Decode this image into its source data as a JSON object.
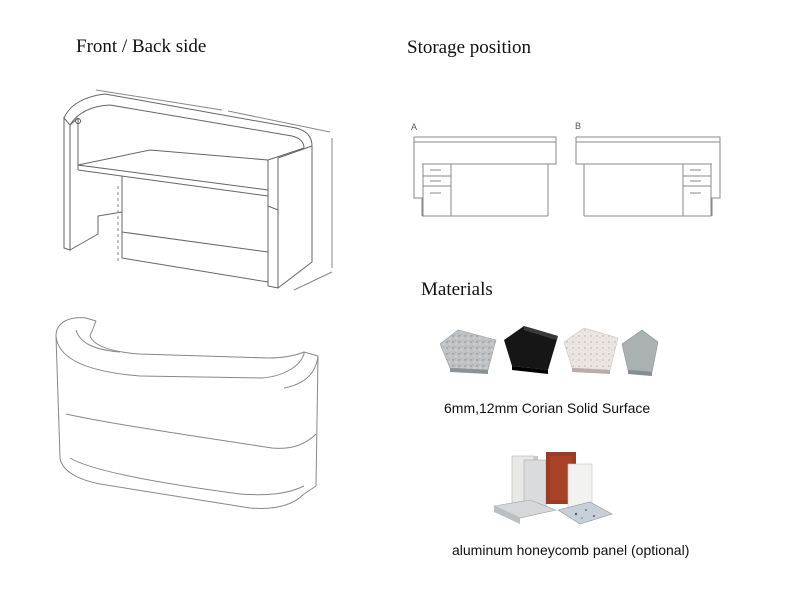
{
  "sections": {
    "front_back": {
      "title": "Front / Back side"
    },
    "storage": {
      "title": "Storage position",
      "plan_a_label": "A",
      "plan_b_label": "B"
    },
    "materials": {
      "title": "Materials",
      "corian_caption": "6mm,12mm Corian Solid Surface",
      "honeycomb_caption": "aluminum honeycomb panel (optional)"
    }
  },
  "swatches": [
    {
      "name": "speckled-grey-sample",
      "color": "#b9bdbf"
    },
    {
      "name": "black-sample",
      "color": "#141414"
    },
    {
      "name": "speckled-white-sample",
      "color": "#e6e1dc"
    },
    {
      "name": "grey-sample",
      "color": "#a9b0b1"
    }
  ]
}
